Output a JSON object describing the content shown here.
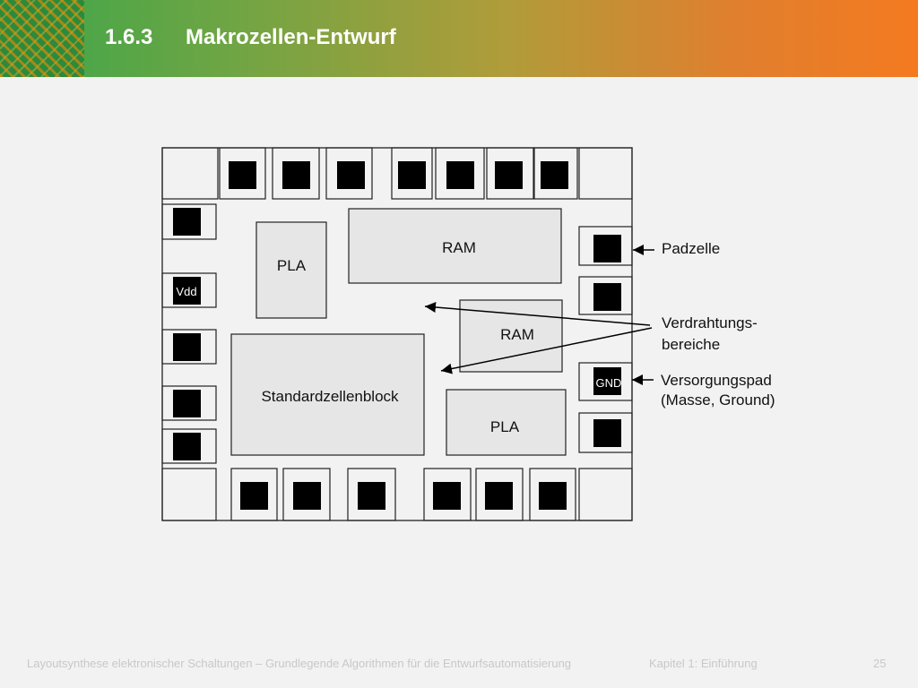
{
  "header": {
    "section_number": "1.6.3",
    "title": "Makrozellen-Entwurf"
  },
  "diagram": {
    "blocks": {
      "pla_top": "PLA",
      "ram_top": "RAM",
      "ram_mid": "RAM",
      "standard_cell_block": "Standardzellenblock",
      "pla_bottom": "PLA"
    },
    "pads": {
      "vdd": "Vdd",
      "gnd": "GND"
    },
    "annotations": {
      "pad_cell": "Padzelle",
      "routing_area_line1": "Verdrahtungs-",
      "routing_area_line2": "bereiche",
      "supply_pad_line1": "Versorgungspad",
      "supply_pad_line2": "(Masse, Ground)"
    }
  },
  "footer": {
    "course": "Layoutsynthese elektronischer Schaltungen – Grundlegende Algorithmen für die Entwurfsautomatisierung",
    "chapter": "Kapitel 1: Einführung",
    "page": "25"
  }
}
